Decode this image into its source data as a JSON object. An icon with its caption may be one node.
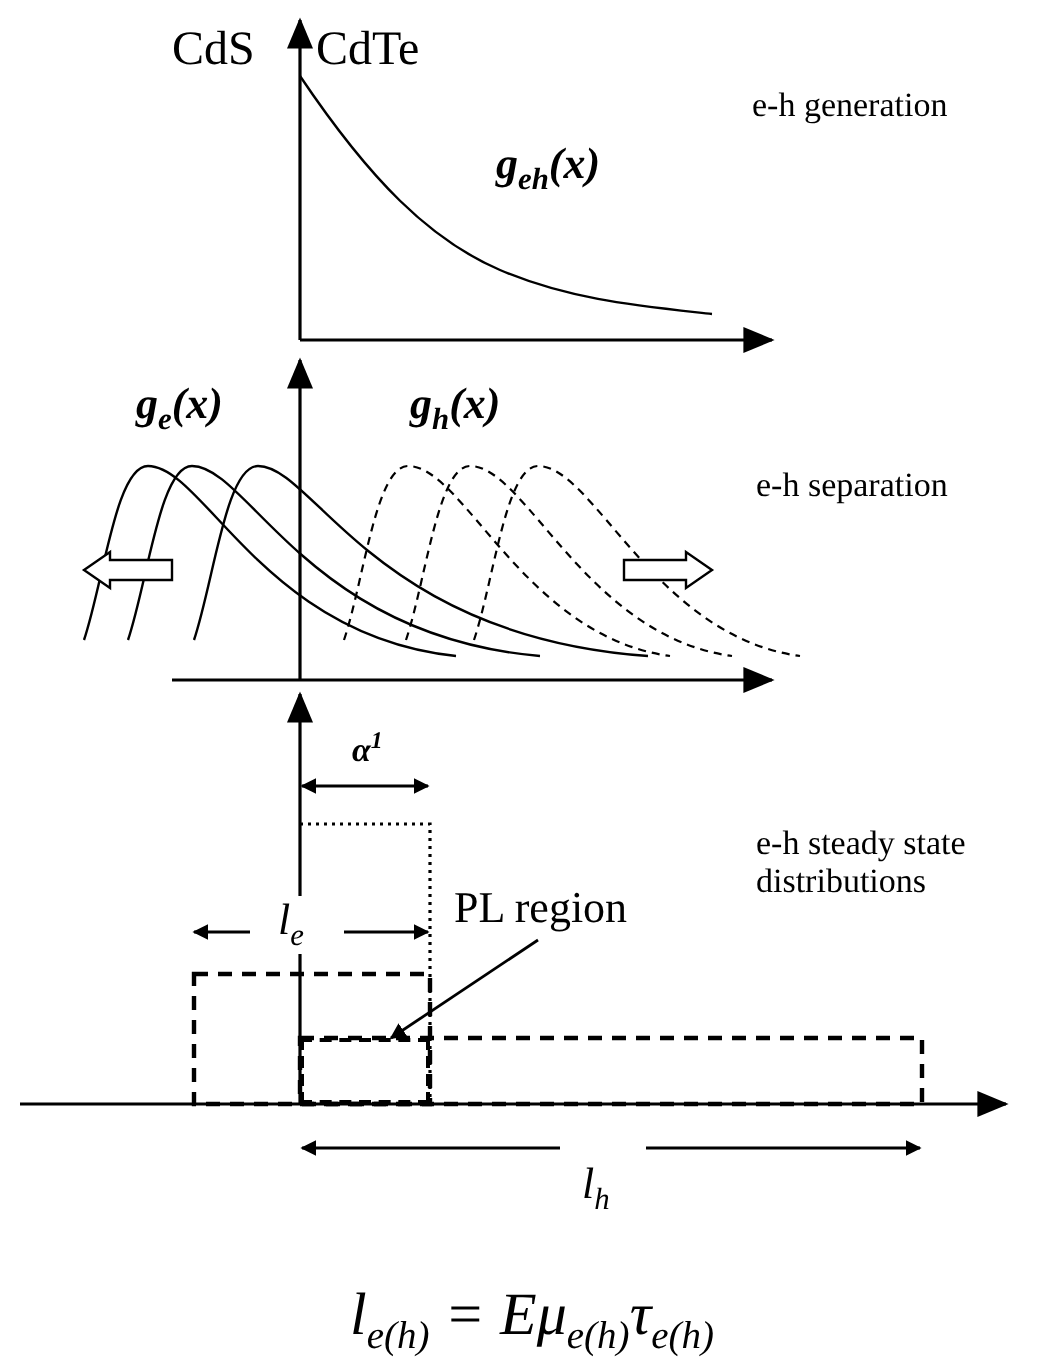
{
  "diagram": {
    "caption": "l$_{e(h)}$ = Eμ$_{e(h)}$τ$_{e(h)}$",
    "nodes": [
      {
        "text": [
          "PL region"
        ]
      },
      {
        "text": [],
        "shape": "box"
      }
    ],
    "edges": [
      {
        "from": 0,
        "to": 1,
        "arrow": "to"
      }
    ],
    "labels": [
      "CdS",
      "CdTe",
      "g$_{eh}$(x)",
      "e-h generation",
      "g$_{e}$(x)",
      "g$_{h}$(x)",
      "e-h separation",
      "α$^{1}$",
      "l$_{e}$",
      "e-h steady state distributions",
      "l$_{h}$"
    ]
  }
}
